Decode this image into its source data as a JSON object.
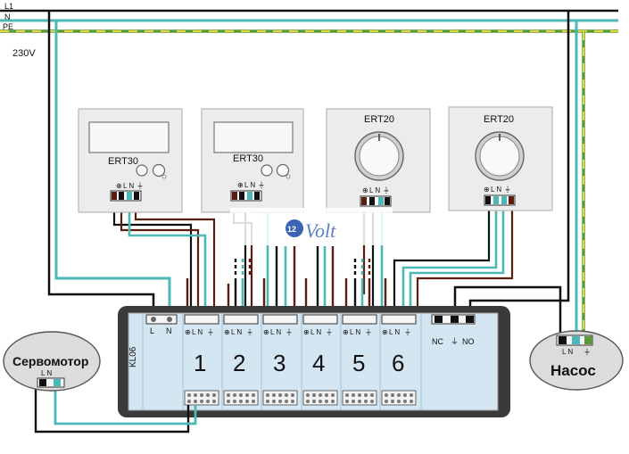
{
  "mains": {
    "l1": "L1",
    "n": "N",
    "pe": "PE",
    "voltage": "230V"
  },
  "thermostats": [
    {
      "model": "ERT30",
      "terminals": "L N"
    },
    {
      "model": "ERT30",
      "terminals": "L N"
    },
    {
      "model": "ERT20",
      "terminals": "L N"
    },
    {
      "model": "ERT20",
      "terminals": "L N"
    }
  ],
  "watermark": "12Volt",
  "controller": {
    "model": "KL06",
    "power_terminals": [
      "L",
      "N"
    ],
    "zone_terminals": "L N",
    "zones": [
      "1",
      "2",
      "3",
      "4",
      "5",
      "6"
    ],
    "relay_terminals": [
      "NC",
      "NO"
    ]
  },
  "servomotor": {
    "label": "Сервомотор",
    "terminals": "L N"
  },
  "pump": {
    "label": "Насос",
    "terminals": "L N"
  },
  "colors": {
    "live": "#111111",
    "neutral": "#4db8b8",
    "earth_green": "#5a9a3a",
    "earth_yellow": "#e8d43a",
    "zone_wire": "#5a1d12",
    "panel": "#ededed",
    "rail": "#d4e6f2"
  }
}
